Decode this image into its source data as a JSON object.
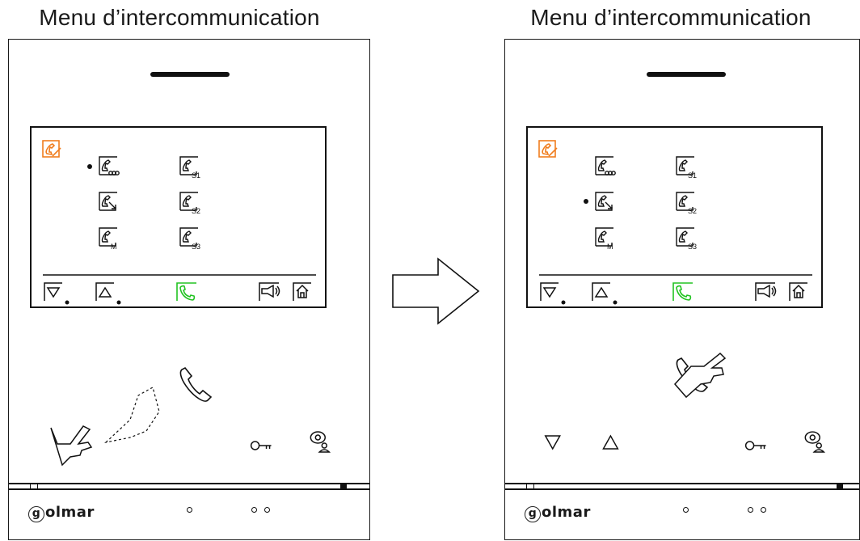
{
  "panels": [
    {
      "title": "Menu d’intercommunication",
      "selected_row": 0,
      "hand": "down-arrow-button",
      "idle_nav_buttons": false
    },
    {
      "title": "Menu d’intercommunication",
      "selected_row": 1,
      "hand": "handset-button",
      "idle_nav_buttons": true
    }
  ],
  "menu_icons": [
    {
      "row": 0,
      "col": 0,
      "icon": "handset-group-icon",
      "sub": ""
    },
    {
      "row": 0,
      "col": 1,
      "icon": "handset-s1-icon",
      "sub": "S1"
    },
    {
      "row": 1,
      "col": 0,
      "icon": "handset-transfer-icon",
      "sub": ""
    },
    {
      "row": 1,
      "col": 1,
      "icon": "handset-s2-icon",
      "sub": "S2"
    },
    {
      "row": 2,
      "col": 0,
      "icon": "handset-m-icon",
      "sub": "M"
    },
    {
      "row": 2,
      "col": 1,
      "icon": "handset-s3-icon",
      "sub": "S3"
    }
  ],
  "softkeys": [
    "down-key-icon",
    "up-key-icon",
    "call-key-icon",
    "announce-key-icon",
    "home-key-icon"
  ],
  "header_icon": "intercom-icon",
  "brand": "olmar",
  "brand_initial": "g",
  "colors": {
    "accent_orange": "#f07d1e",
    "accent_green": "#22c322",
    "line": "#1a1a1a"
  }
}
